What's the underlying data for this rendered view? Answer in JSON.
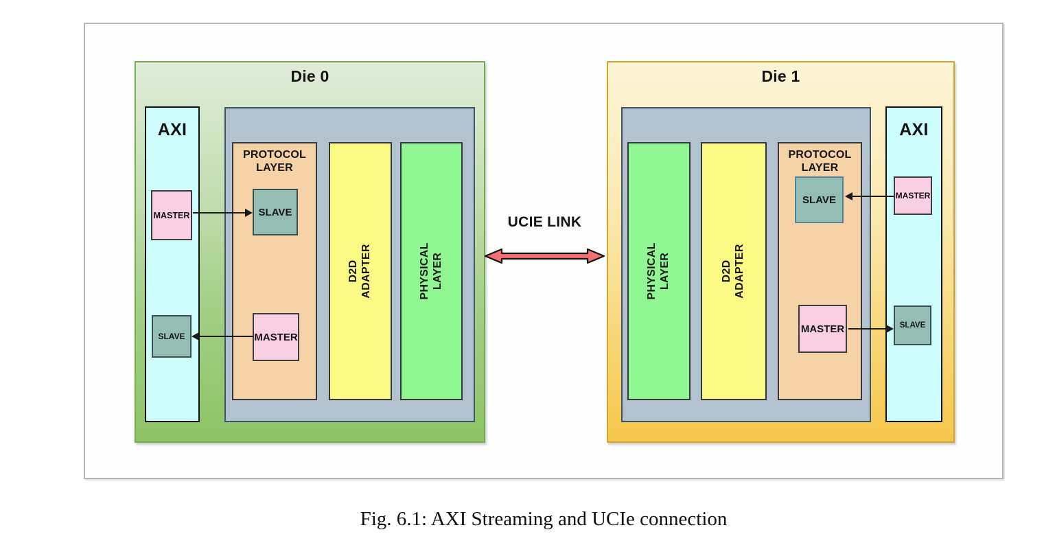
{
  "figure": {
    "caption": "Fig. 6.1: AXI Streaming and UCIe connection"
  },
  "link": {
    "label": "UCIE LINK"
  },
  "die0": {
    "title": "Die 0",
    "axi": {
      "title": "AXI",
      "master_label": "MASTER",
      "slave_label": "SLAVE"
    },
    "stack": {
      "protocol": {
        "title": "PROTOCOL LAYER",
        "slave_label": "SLAVE",
        "master_label": "MASTER"
      },
      "d2d_label": "D2D ADAPTER",
      "physical_label": "PHYSICAL LAYER"
    }
  },
  "die1": {
    "title": "Die 1",
    "axi": {
      "title": "AXI",
      "master_label": "MASTER",
      "slave_label": "SLAVE"
    },
    "stack": {
      "protocol": {
        "title": "PROTOCOL LAYER",
        "slave_label": "SLAVE",
        "master_label": "MASTER"
      },
      "d2d_label": "D2D ADAPTER",
      "physical_label": "PHYSICAL LAYER"
    }
  },
  "colors": {
    "die0_fill_top": "#e0edda",
    "die0_fill_bottom": "#8cc466",
    "die0_border": "#75ab4e",
    "die1_fill_top": "#fdf4d6",
    "die1_fill_bottom": "#f6c64a",
    "die1_border": "#d2a62e",
    "inner_stack_gray": "#b3c2cf",
    "axi_cyan": "#cdfdfd",
    "master_pink": "#f9cfe3",
    "slave_teal": "#94bdb4",
    "protocol_tan": "#f5d3a7",
    "d2d_yellow": "#fbfa85",
    "physical_green": "#8ff692",
    "link_arrow_red": "#f37070"
  }
}
